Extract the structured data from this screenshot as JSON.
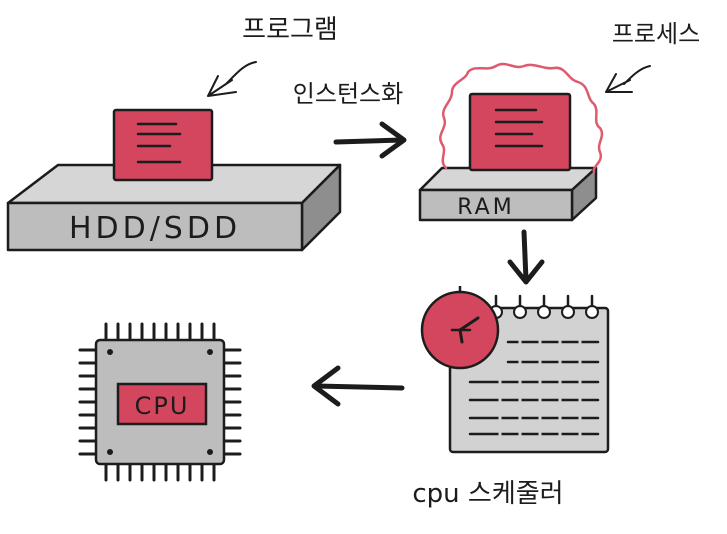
{
  "labels": {
    "program": "프로그램",
    "instantiation": "인스턴스화",
    "process": "프로세스",
    "hdd": "HDD/SDD",
    "ram": "RAM",
    "cpu": "CPU",
    "scheduler": "cpu 스케줄러"
  },
  "colors": {
    "accent_red": "#d4455e",
    "accent_red_dark": "#9e2a3d",
    "glow_red": "#e05a6e",
    "box_gray": "#bdbdbd",
    "box_gray_top": "#d6d6d6",
    "box_gray_side": "#8e8e8e",
    "ink": "#1c1c1c"
  },
  "icons": [
    "program-document-icon",
    "process-document-icon",
    "clock-icon",
    "calendar-icon",
    "cpu-chip-icon",
    "arrow-right-icon",
    "arrow-down-icon",
    "arrow-left-icon"
  ]
}
